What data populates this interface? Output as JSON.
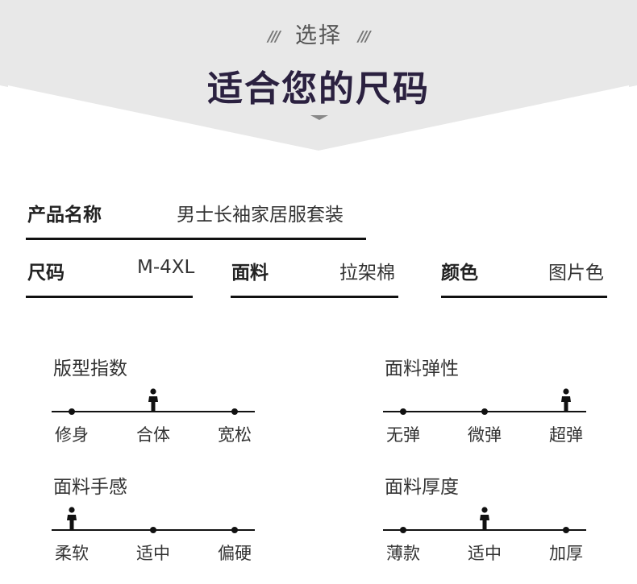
{
  "header": {
    "title": "选择",
    "subtitle": "适合您的尺码"
  },
  "colors": {
    "band": "#e8e8e8",
    "title_dark": "#2b2140",
    "line": "#111111"
  },
  "product": {
    "name_label": "产品名称",
    "name_value": "男士长袖家居服套装"
  },
  "specs": [
    {
      "label": "尺码",
      "value": "M-4XL"
    },
    {
      "label": "面料",
      "value": "拉架棉"
    },
    {
      "label": "颜色",
      "value": "图片色"
    }
  ],
  "scales": [
    {
      "title": "版型指数",
      "options": [
        "修身",
        "合体",
        "宽松"
      ],
      "selected_index": 1
    },
    {
      "title": "面料弹性",
      "options": [
        "无弹",
        "微弹",
        "超弹"
      ],
      "selected_index": 2
    },
    {
      "title": "面料手感",
      "options": [
        "柔软",
        "适中",
        "偏硬"
      ],
      "selected_index": 0
    },
    {
      "title": "面料厚度",
      "options": [
        "薄款",
        "适中",
        "加厚"
      ],
      "selected_index": 1
    }
  ]
}
